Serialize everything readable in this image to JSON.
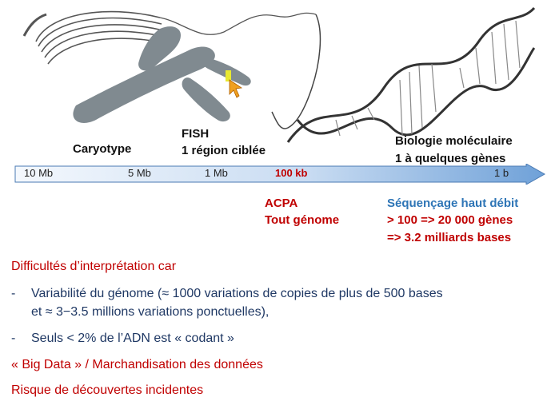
{
  "labels": {
    "caryotype": "Caryotype",
    "fish_line1": "FISH",
    "fish_line2": "1 région ciblée",
    "biomol_line1": "Biologie moléculaire",
    "biomol_line2": "1 à quelques gènes",
    "acpa_line1": "ACPA",
    "acpa_line2": "Tout génome",
    "seq_line1": "Séquençage haut débit",
    "seq_line2": "> 100 => 20 000 gènes",
    "seq_line3": "=> 3.2 milliards bases"
  },
  "scale": {
    "ticks": [
      "10 Mb",
      "5 Mb",
      "1 Mb",
      "100 kb",
      "1 b"
    ],
    "highlight_tick": "100 kb"
  },
  "bullets": {
    "heading_red": "Difficultés d’interprétation",
    "heading_rest": " car",
    "dash": "-",
    "item1_line1": "Variabilité du génome (≈ 1000 variations de copies de plus de 500 bases",
    "item1_line2": "et ≈ 3−3.5 millions variations ponctuelles),",
    "item2": "Seuls < 2% de l’ADN est « codant »",
    "line_bigdata": "« Big Data » / Marchandisation des données",
    "line_risque": "Risque de découvertes incidentes"
  },
  "colors": {
    "red": "#c00000",
    "blue": "#2e75b6",
    "chromosome": "#808a90",
    "arrow_light": "#f4f8fd",
    "arrow_dark": "#6fa1d8",
    "marker_yellow": "#e8e830",
    "cursor_orange": "#f0a020"
  },
  "icons": [
    "chromosome-icon",
    "dna-helix-icon",
    "cursor-arrow-icon"
  ]
}
